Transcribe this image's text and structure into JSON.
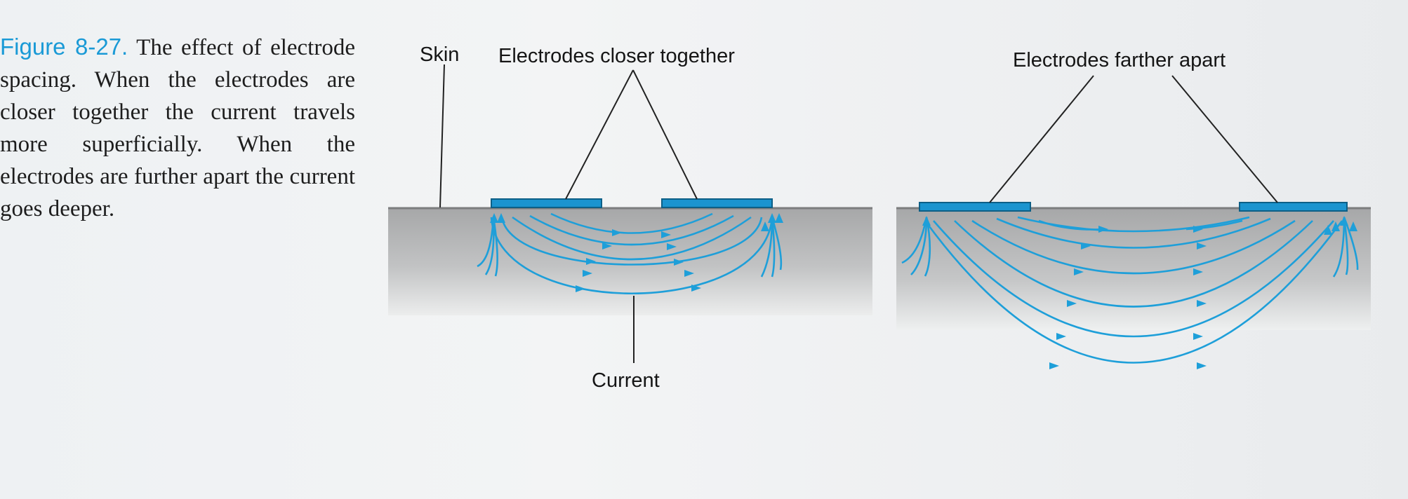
{
  "caption": {
    "figure_label": "Figure 8-27.",
    "text": " The effect of electrode spacing. When the electrodes are closer together the current travels more superficially. When the electrodes are further apart the current goes deeper."
  },
  "labels": {
    "skin": "Skin",
    "electrodes_closer": "Electrodes closer together",
    "electrodes_farther": "Electrodes farther apart",
    "current": "Current"
  },
  "colors": {
    "current": "#1e9fd9",
    "electrode": "#1b94cf",
    "tissue_top": "#a8a9aa",
    "tissue_bottom": "#e3e4e5"
  }
}
